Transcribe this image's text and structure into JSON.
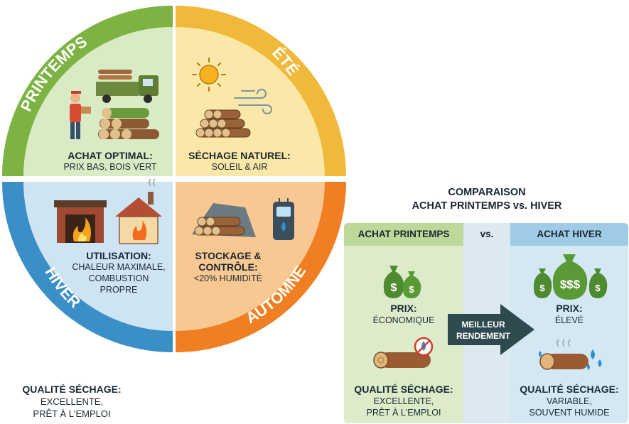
{
  "wheel": {
    "labels": {
      "spring": "PRINTEMPS",
      "summer": "ÉTÉ",
      "autumn": "AUTOMNE",
      "winter": "HIVER"
    },
    "spring": {
      "title": "ACHAT OPTIMAL:",
      "sub": "PRIX BAS, BOIS VERT"
    },
    "summer": {
      "title": "SÉCHAGE NATUREL:",
      "sub": "SOLEIL & AIR"
    },
    "winter": {
      "title": "UTILISATION:",
      "sub1": "CHALEUR MAXIMALE,",
      "sub2": "COMBUSTION",
      "sub3": "PROPRE"
    },
    "autumn": {
      "title1": "STOCKAGE &",
      "title2": "CONTRÔLE:",
      "sub": "<20% HUMIDITÉ"
    },
    "colors": {
      "spring": "#7cb342",
      "summer": "#f0b93a",
      "autumn": "#ef7f22",
      "winter": "#3b8fc7"
    }
  },
  "outside_note": {
    "title": "QUALITÉ SÉCHAGE:",
    "line1": "EXCELLENTE,",
    "line2": "PRÊT À L'EMPLOI"
  },
  "comparison": {
    "title1": "COMPARAISON",
    "title2": "ACHAT PRINTEMPS vs. HIVER",
    "left": {
      "header": "ACHAT PRINTEMPS",
      "price_title": "PRIX:",
      "price_value": "ÉCONOMIQUE",
      "quality_title": "QUALITÉ SÉCHAGE:",
      "quality_line1": "EXCELLENTE,",
      "quality_line2": "PRÊT À L'EMPLOI"
    },
    "middle": {
      "header": "vs.",
      "arrow_line1": "MEILLEUR",
      "arrow_line2": "RENDEMENT"
    },
    "right": {
      "header": "ACHAT HIVER",
      "price_title": "PRIX:",
      "price_value": "ÉLEVÉ",
      "quality_title": "QUALITÉ SÉCHAGE:",
      "quality_line1": "VARIABLE,",
      "quality_line2": "SOUVENT HUMIDE"
    },
    "money_symbol": "$",
    "money_symbol_triple": "$$$"
  }
}
